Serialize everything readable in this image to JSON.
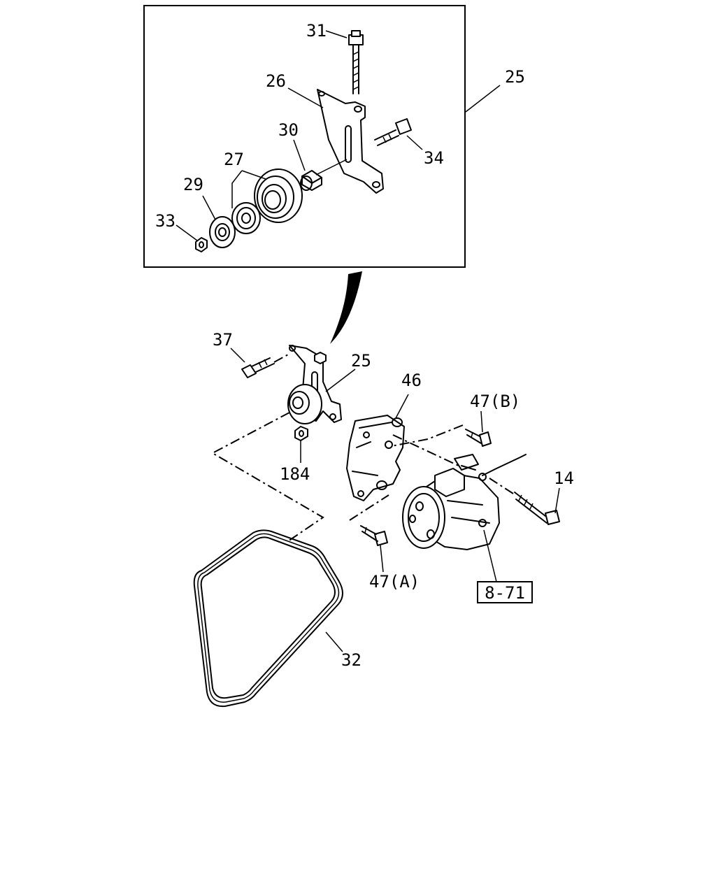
{
  "callouts": {
    "c31": "31",
    "c26": "26",
    "c25_top": "25",
    "c30": "30",
    "c34": "34",
    "c27": "27",
    "c29": "29",
    "c33": "33",
    "c37": "37",
    "c25_mid": "25",
    "c46": "46",
    "c47b": "47(B)",
    "c14": "14",
    "c184": "184",
    "c47a": "47(A)",
    "c32": "32"
  },
  "reference_box": "8-71"
}
